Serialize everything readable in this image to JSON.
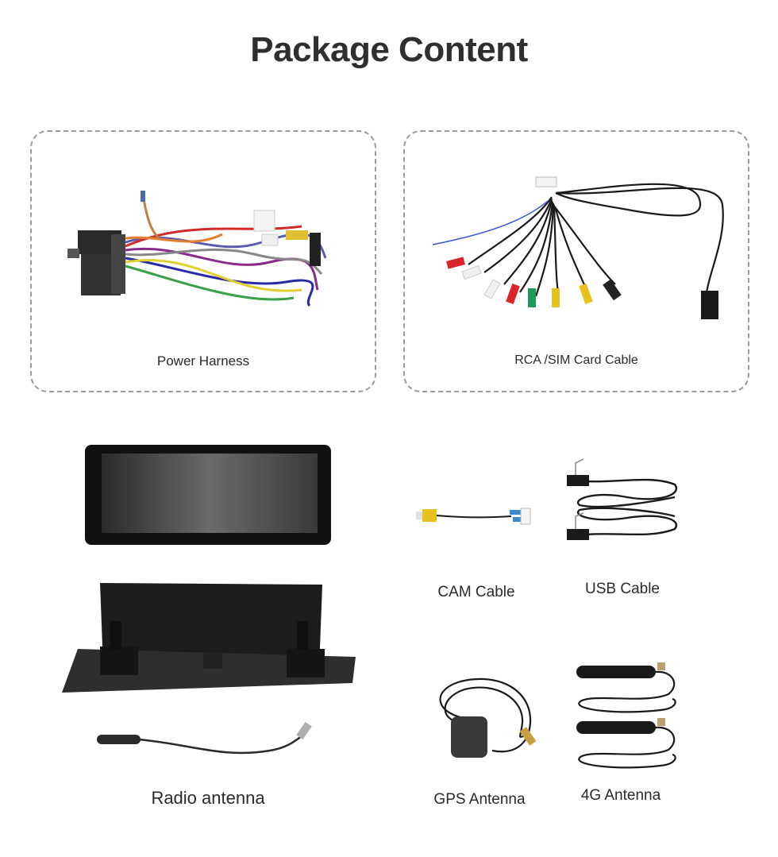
{
  "header": {
    "title": "Package Content"
  },
  "items": {
    "power_harness": "Power Harness",
    "rca_sim_cable": "RCA /SIM Card Cable",
    "cam_cable": "CAM Cable",
    "usb_cable": "USB Cable",
    "radio_antenna": "Radio antenna",
    "gps_antenna": "GPS Antenna",
    "antenna_4g": "4G Antenna"
  },
  "colors": {
    "text": "#2b2b2b",
    "dashed_border": "#9a9a9a",
    "cable_black": "#1a1a1a",
    "rca_red": "#d8242a",
    "rca_white": "#f0f0f0",
    "rca_yellow": "#e8c21c",
    "rca_green": "#1e9a5a"
  }
}
